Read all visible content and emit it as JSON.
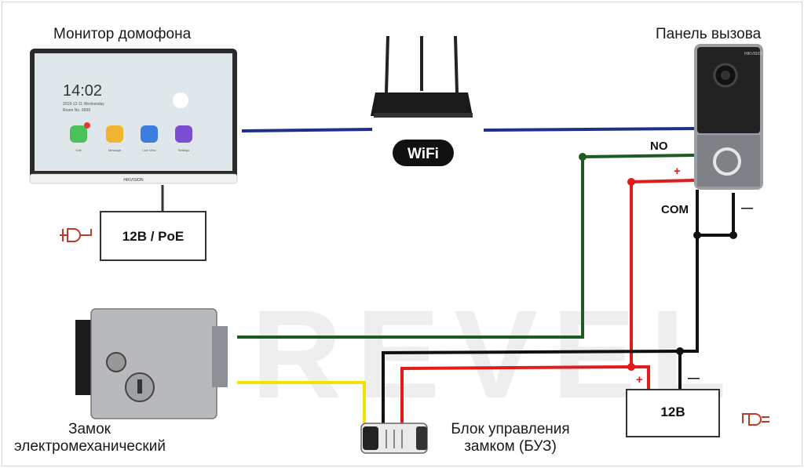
{
  "labels": {
    "monitor": "Монитор домофона",
    "call_panel": "Панель вызова",
    "lock_line1": "Замок",
    "lock_line2": "электромеханический",
    "buz_line1": "Блок управления",
    "buz_line2": "замком (БУЗ)"
  },
  "psu_top": "12В / PoE",
  "psu_bottom": "12В",
  "wifi_text": "WiFi",
  "terminals": {
    "no": "NO",
    "plus_panel": "+",
    "com": "COM",
    "minus_panel": "—",
    "plus_psu": "+",
    "minus_psu": "—"
  },
  "watermark": "REVEL",
  "monitor_screen": {
    "time": "14:02",
    "date": "2019-12-11  Wednesday",
    "room": "Room No.  9999",
    "apps": [
      "Call",
      "Message",
      "Live View",
      "Settings"
    ],
    "brand": "HIKVISION"
  },
  "call_panel_brand": "HIKVISION",
  "colors": {
    "lan": "#1f2f8f",
    "green": "#1e5a22",
    "red": "#e21b1b",
    "black": "#111111",
    "yellow": "#f2e200",
    "plug": "#c0392b"
  }
}
